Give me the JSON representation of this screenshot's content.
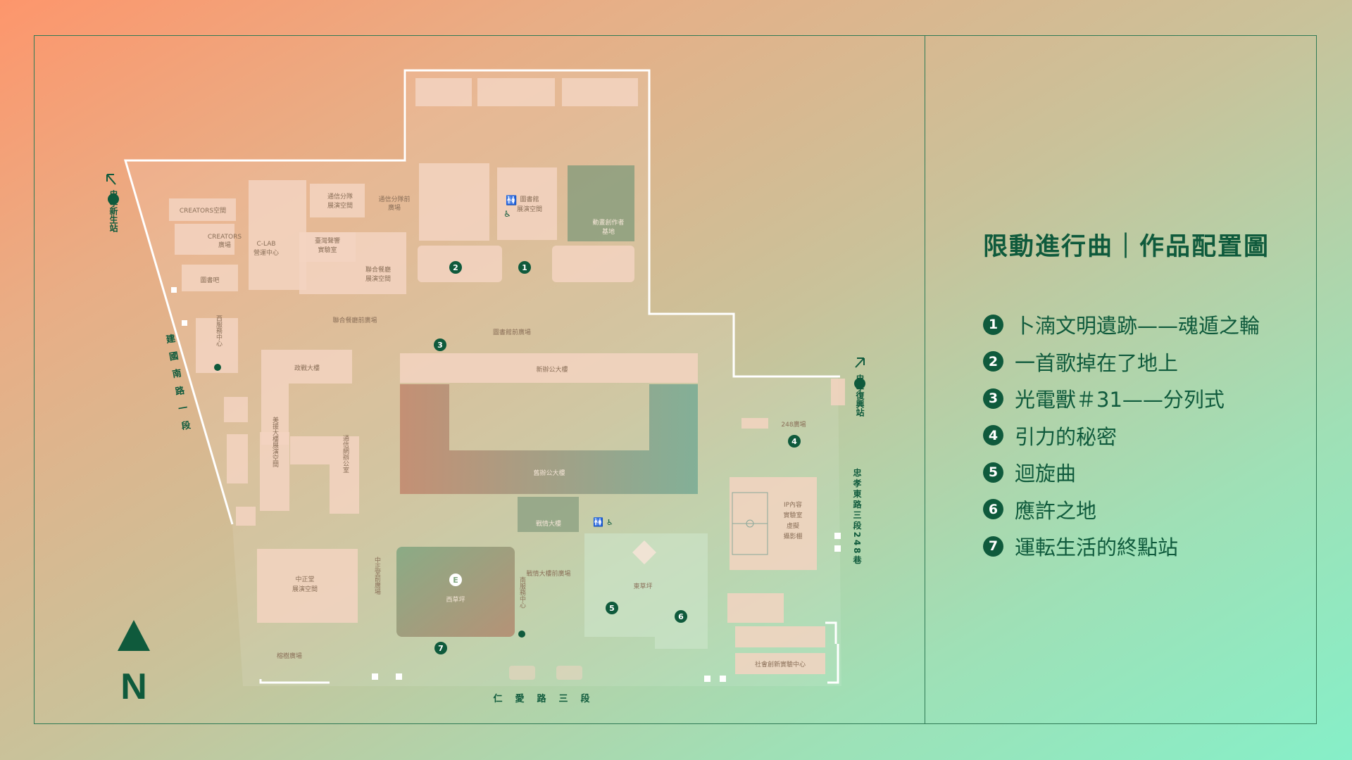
{
  "title": "限動進行曲｜作品配置圖",
  "legend": [
    {
      "num": "1",
      "name": "卜湳文明遺跡——魂遁之輪"
    },
    {
      "num": "2",
      "name": "一首歌掉在了地上"
    },
    {
      "num": "3",
      "name": "光電獸＃31——分列式"
    },
    {
      "num": "4",
      "name": "引力的秘密"
    },
    {
      "num": "5",
      "name": "迴旋曲"
    },
    {
      "num": "6",
      "name": "應許之地"
    },
    {
      "num": "7",
      "name": "運転生活的終點站"
    }
  ],
  "map": {
    "stations": {
      "xinsheng": "忠孝新生站",
      "fuxing": "忠孝復興站"
    },
    "roads": {
      "jianguo": "建國南路一段",
      "renai": "仁愛路三段",
      "zhongxiao": "忠孝東路三段248巷"
    },
    "buildings": {
      "creators_space": "CREATORS空間",
      "creators_plaza_1": "CREATORS",
      "creators_plaza_2": "廣場",
      "clab_1": "C-LAB",
      "clab_2": "營運中心",
      "comm_hall_1": "通信分隊",
      "comm_hall_2": "展演空間",
      "comm_plaza_1": "通信分隊前",
      "comm_plaza_2": "廣場",
      "library_1": "圖書館",
      "library_2": "展演空間",
      "animation_1": "動畫創作者",
      "animation_2": "基地",
      "taiwan_lab_1": "臺灣聲響",
      "taiwan_lab_2": "實驗室",
      "joint_hall_1": "聯合餐廳",
      "joint_hall_2": "展演空間",
      "library_bar": "圖書吧",
      "joint_plaza": "聯合餐廳前廣場",
      "library_plaza": "圖書館前廣場",
      "west_service": "西服務中心",
      "political": "政戰大樓",
      "new_office": "新辦公大樓",
      "old_office": "舊辦公大樓",
      "yuanzhen": "美援大樓展演空間",
      "comm_office": "通信網辦公室",
      "plaza_248": "248廣場",
      "ip_lab_1": "IP內容",
      "ip_lab_2": "實驗室",
      "ip_lab_3": "虛擬",
      "ip_lab_4": "攝影棚",
      "zhanqing": "戰情大樓",
      "zhongzheng_1": "中正堂",
      "zhongzheng_2": "展演空間",
      "zhongzheng_plaza": "中正堂前廣場",
      "west_lawn": "西草坪",
      "south_service": "南服務中心",
      "zhanqing_plaza": "戰情大樓前廣場",
      "east_lawn": "東草坪",
      "social_lab": "社會創新實驗中心",
      "mangguo": "榕樹廣場",
      "entrance": "E"
    },
    "north": "N"
  },
  "colors": {
    "accent": "#0f5a3c",
    "building": "#f3d4c1",
    "campus": "#ffffff"
  }
}
